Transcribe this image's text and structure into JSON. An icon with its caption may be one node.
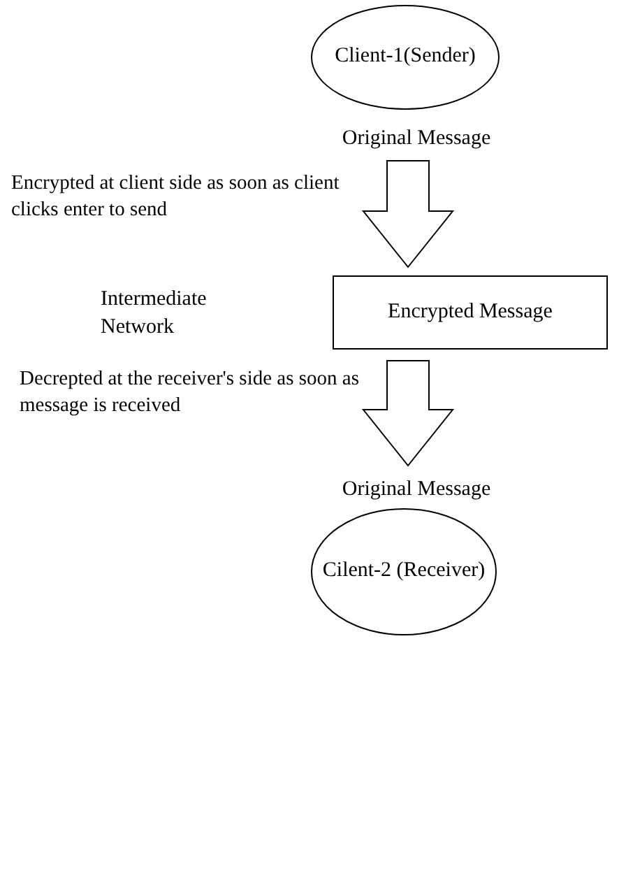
{
  "diagram": {
    "nodes": [
      {
        "text": [
          "Client-1(Sender)"
        ]
      },
      {
        "text": [
          "Encrypted Message"
        ]
      },
      {
        "text": [
          "Cilent-2 (Receiver)"
        ]
      }
    ],
    "edges": [
      {
        "from": 0,
        "to": 1,
        "arrow": "to",
        "label": "Encrypted at client side as soon as client clicks enter to send"
      },
      {
        "from": 1,
        "to": 2,
        "arrow": "to",
        "label": "Decrepted at the receiver's side as soon as message is received"
      }
    ],
    "labels": [
      "Original Message",
      "Intermediate Network",
      "Original Message"
    ]
  }
}
